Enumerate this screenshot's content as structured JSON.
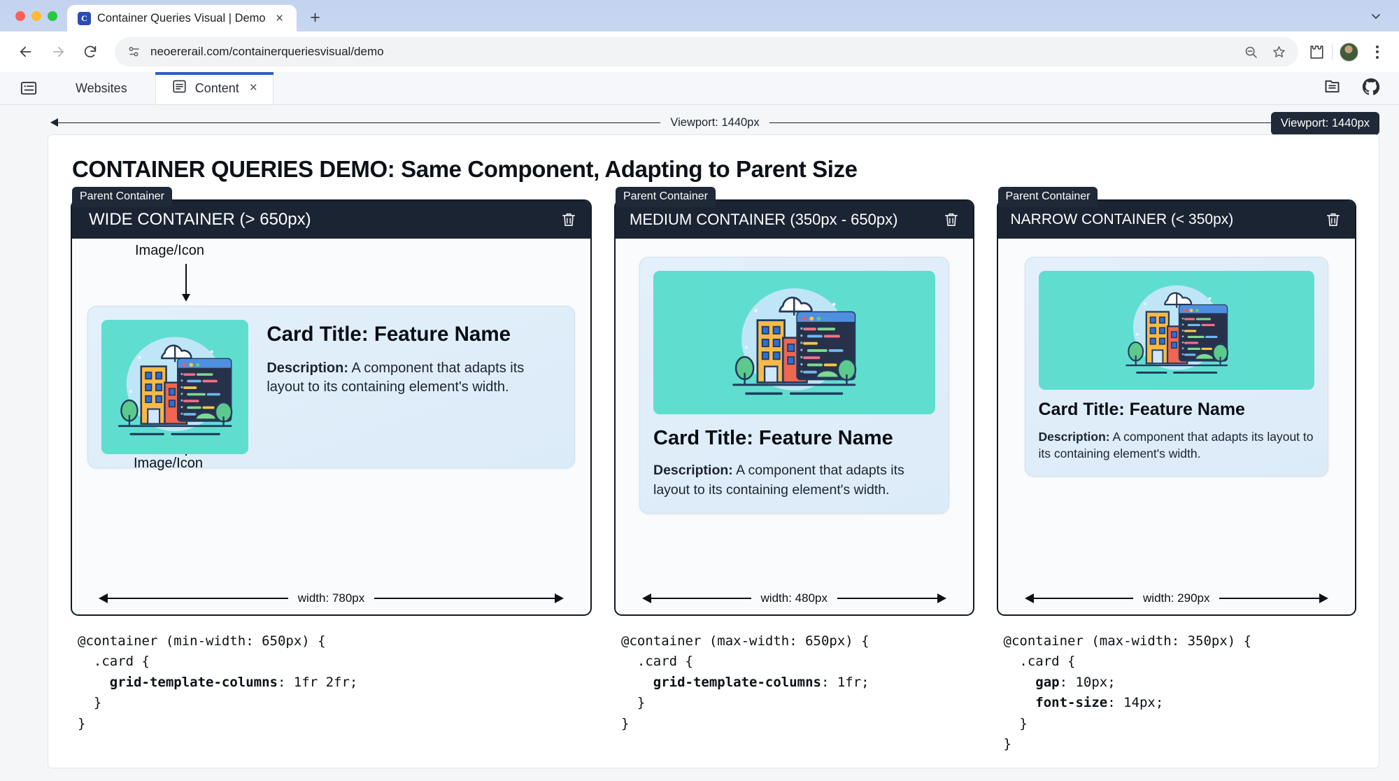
{
  "browser": {
    "tab": {
      "title": "Container Queries Visual | Demo",
      "favicon_letter": "C",
      "close_label": "×"
    },
    "new_tab_label": "+",
    "url": "neoererail.com/containerqueriesvisual/demo",
    "icons": {
      "back": "back-arrow-icon",
      "forward": "forward-arrow-icon",
      "reload": "reload-icon",
      "site_info": "site-settings-icon",
      "zoom_out": "zoom-out-icon",
      "bookmark": "star-icon",
      "extensions": "extensions-icon",
      "profile": "avatar-icon",
      "menu": "kebab-menu-icon",
      "tabstrip_chevron": "chevron-down-icon"
    }
  },
  "app_tabs": {
    "list_icon": "list-view-icon",
    "items": [
      {
        "label": "Websites",
        "active": false
      },
      {
        "label": "Content",
        "active": true,
        "close": "×",
        "icon": "document-icon"
      }
    ],
    "right_icons": [
      "document-outline-icon",
      "github-icon"
    ]
  },
  "viewport": {
    "inline_label": "Viewport: 1440px",
    "badge_label": "Viewport: 1440px"
  },
  "demo": {
    "title": "CONTAINER QUERIES DEMO: Same Component, Adapting to Parent Size",
    "parent_badge": "Parent Container",
    "annotations": {
      "top": "Image/Icon",
      "bottom": "Image/Icon"
    },
    "card": {
      "title": "Card Title: Feature Name",
      "desc_label": "Description:",
      "desc_text": " A component that adapts its layout to its containing element's width."
    },
    "columns": [
      {
        "heading": "WIDE CONTAINER (> 650px)",
        "width_label": "width: 780px",
        "trash_icon": "trash-icon",
        "code": "@container (min-width: 650px) {\n  .card {\n    grid-template-columns: 1fr 2fr;\n  }\n}"
      },
      {
        "heading": "MEDIUM CONTAINER (350px - 650px)",
        "width_label": "width: 480px",
        "trash_icon": "trash-icon",
        "code": "@container (max-width: 650px) {\n  .card {\n    grid-template-columns: 1fr;\n  }\n}"
      },
      {
        "heading": "NARROW CONTAINER (< 350px)",
        "width_label": "width: 290px",
        "trash_icon": "trash-icon",
        "code": "@container (max-width: 350px) {\n  .card {\n    gap: 10px;\n    font-size: 14px;\n  }\n}"
      }
    ]
  },
  "colors": {
    "header_dark": "#1b2433",
    "badge_dark": "#1f2937",
    "card_bg": "#e3f0fb",
    "thumb_teal": "#5fded0",
    "accent_blue": "#2b5fc4"
  }
}
